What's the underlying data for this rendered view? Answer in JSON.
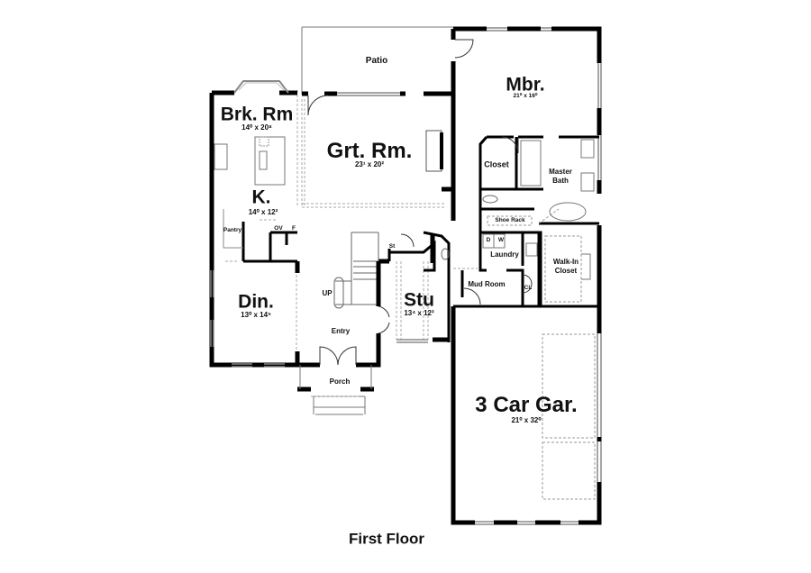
{
  "plan": {
    "title": "First Floor",
    "rooms": {
      "patio": {
        "name": "Patio"
      },
      "mbr": {
        "name": "Mbr.",
        "dims": "21⁰ x 16⁰"
      },
      "brk": {
        "name": "Brk. Rm",
        "dims": "14⁰ x 20⁸"
      },
      "grt": {
        "name": "Grt. Rm.",
        "dims": "23¹ x 20²"
      },
      "k": {
        "name": "K.",
        "dims": "14⁰ x 12²"
      },
      "closet": {
        "name": "Closet"
      },
      "bath": {
        "name": "Master\nBath",
        "line1": "Master",
        "line2": "Bath"
      },
      "shoe": {
        "name": "Shoe Rack"
      },
      "pantry": {
        "name": "Pantry"
      },
      "ov": {
        "name": "OV"
      },
      "f": {
        "name": "F"
      },
      "st": {
        "name": "St"
      },
      "d": {
        "name": "D"
      },
      "w": {
        "name": "W"
      },
      "laundry": {
        "name": "Laundry"
      },
      "walkin": {
        "line1": "Walk-In",
        "line2": "Closet"
      },
      "din": {
        "name": "Din.",
        "dims": "13⁰ x 14⁵"
      },
      "up": {
        "name": "UP"
      },
      "stu": {
        "name": "Stu",
        "dims": "13⁴ x 12²"
      },
      "mud": {
        "name": "Mud Room"
      },
      "cl": {
        "name": "CL"
      },
      "entry": {
        "name": "Entry"
      },
      "porch": {
        "name": "Porch"
      },
      "garage": {
        "name": "3 Car Gar.",
        "dims": "21⁰ x 32⁰"
      }
    },
    "colors": {
      "wall": "#000000",
      "thin": "#555555",
      "dashed": "#999999",
      "window": "#888888"
    }
  }
}
